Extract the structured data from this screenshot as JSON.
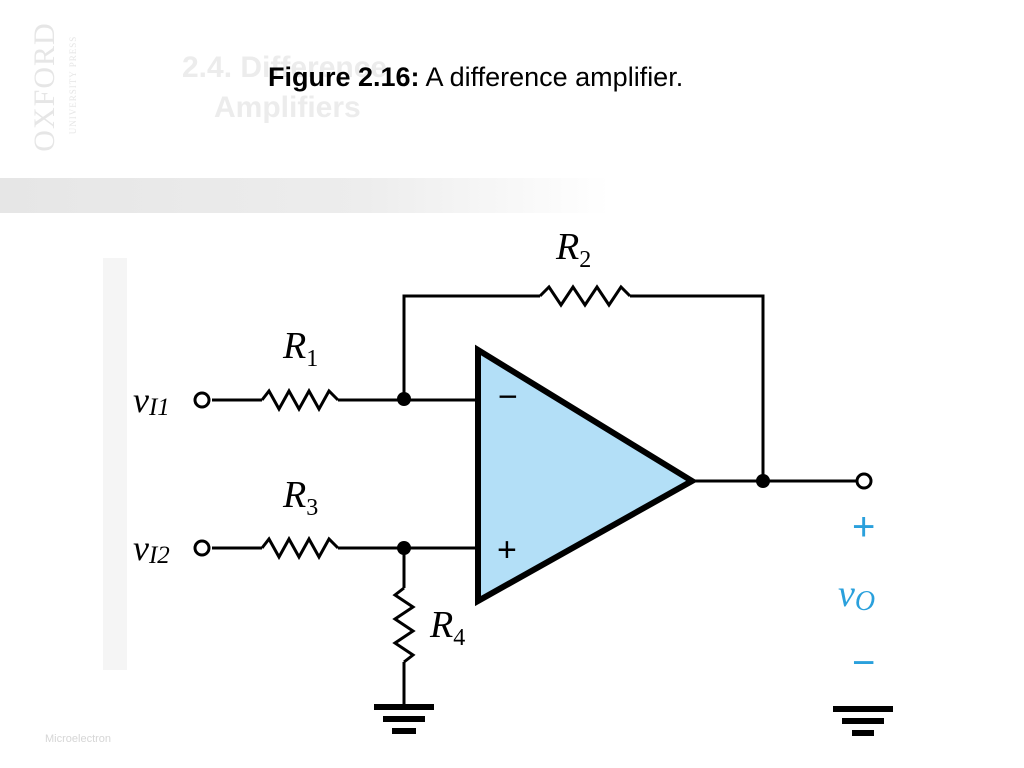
{
  "watermark": {
    "publisher": "OXFORD",
    "publisher_sub": "UNIVERSITY PRESS"
  },
  "ghost_title": {
    "line1": "2.4. Difference",
    "line2": "Amplifiers"
  },
  "caption": {
    "figure_label": "Figure 2.16:",
    "text": " A difference amplifier."
  },
  "footer": {
    "text": "Microelectron"
  },
  "circuit": {
    "inputs": [
      {
        "symbol": "v",
        "subscript": "I1"
      },
      {
        "symbol": "v",
        "subscript": "I2"
      }
    ],
    "resistors": [
      {
        "symbol": "R",
        "subscript": "1"
      },
      {
        "symbol": "R",
        "subscript": "2"
      },
      {
        "symbol": "R",
        "subscript": "3"
      },
      {
        "symbol": "R",
        "subscript": "4"
      }
    ],
    "opamp": {
      "inverting_sign": "−",
      "noninverting_sign": "+",
      "fill_color": "#b3dff7"
    },
    "output": {
      "symbol": "v",
      "subscript": "O",
      "plus": "+",
      "minus": "−",
      "color": "#2aa0dc"
    }
  }
}
